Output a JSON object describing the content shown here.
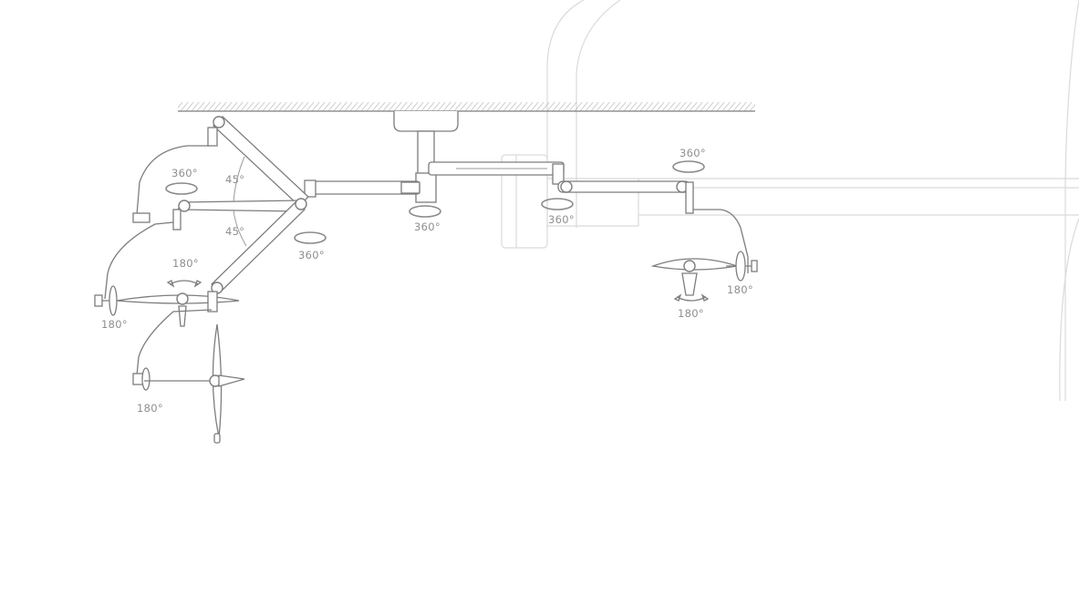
{
  "colors": {
    "line": "#7d7d7d",
    "label": "#8f8f8f",
    "ghost": "#dadada",
    "background": "#ffffff"
  },
  "labels": {
    "rot_360_left_arm": "360°",
    "angle_upper": "45°",
    "angle_lower": "45°",
    "rot_360_joint": "360°",
    "rot_360_column": "360°",
    "rot_360_right_top": "360°",
    "rot_360_right_mid": "360°",
    "tilt_180_left_head": "180°",
    "tilt_180_left_yoke": "180°",
    "tilt_180_left_lower": "180°",
    "tilt_180_right_side": "180°",
    "tilt_180_right_bottom": "180°"
  }
}
